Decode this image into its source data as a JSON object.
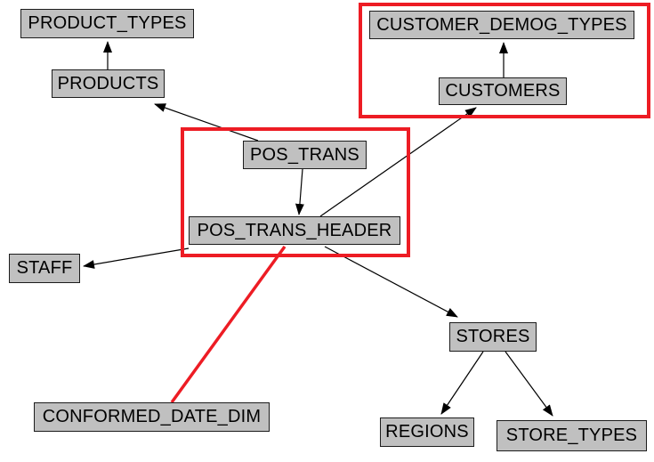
{
  "diagram": {
    "background_color": "#ffffff",
    "node_fill_color": "#c0c0c0",
    "node_border_color": "#1c1c1c",
    "edge_color": "#000000",
    "highlight_color": "#ed1c24",
    "nodes": [
      {
        "id": "product_types",
        "label": "PRODUCT_TYPES"
      },
      {
        "id": "products",
        "label": "PRODUCTS"
      },
      {
        "id": "customer_demog_types",
        "label": "CUSTOMER_DEMOG_TYPES"
      },
      {
        "id": "customers",
        "label": "CUSTOMERS"
      },
      {
        "id": "pos_trans",
        "label": "POS_TRANS"
      },
      {
        "id": "pos_trans_header",
        "label": "POS_TRANS_HEADER"
      },
      {
        "id": "staff",
        "label": "STAFF"
      },
      {
        "id": "stores",
        "label": "STORES"
      },
      {
        "id": "conformed_date_dim",
        "label": "CONFORMED_DATE_DIM"
      },
      {
        "id": "regions",
        "label": "REGIONS"
      },
      {
        "id": "store_types",
        "label": "STORE_TYPES"
      }
    ],
    "edges": [
      {
        "from": "PRODUCTS",
        "to": "PRODUCT_TYPES",
        "style": "black-arrow"
      },
      {
        "from": "POS_TRANS",
        "to": "PRODUCTS",
        "style": "black-arrow"
      },
      {
        "from": "CUSTOMERS",
        "to": "CUSTOMER_DEMOG_TYPES",
        "style": "black-arrow"
      },
      {
        "from": "POS_TRANS",
        "to": "POS_TRANS_HEADER",
        "style": "black-arrow"
      },
      {
        "from": "POS_TRANS_HEADER",
        "to": "CUSTOMERS",
        "style": "black-arrow"
      },
      {
        "from": "POS_TRANS_HEADER",
        "to": "STAFF",
        "style": "black-arrow"
      },
      {
        "from": "POS_TRANS_HEADER",
        "to": "STORES",
        "style": "black-arrow"
      },
      {
        "from": "STORES",
        "to": "REGIONS",
        "style": "black-arrow"
      },
      {
        "from": "STORES",
        "to": "STORE_TYPES",
        "style": "black-arrow"
      },
      {
        "from": "CONFORMED_DATE_DIM",
        "to": "POS_TRANS_HEADER",
        "style": "red-line"
      }
    ],
    "highlights": [
      {
        "contains": [
          "CUSTOMER_DEMOG_TYPES",
          "CUSTOMERS"
        ]
      },
      {
        "contains": [
          "POS_TRANS",
          "POS_TRANS_HEADER"
        ]
      }
    ]
  }
}
